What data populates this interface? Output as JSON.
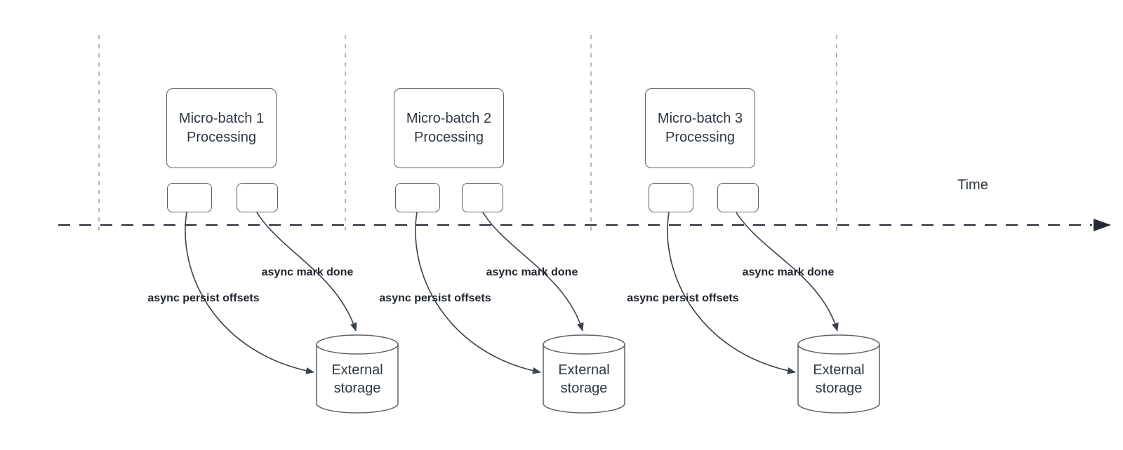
{
  "diagram": {
    "time_label": "Time",
    "groups": [
      {
        "batch_title": "Micro-batch 1",
        "batch_subtitle": "Processing",
        "persist_label": "async persist offsets",
        "mark_done_label": "async mark done",
        "storage_line1": "External",
        "storage_line2": "storage"
      },
      {
        "batch_title": "Micro-batch 2",
        "batch_subtitle": "Processing",
        "persist_label": "async persist offsets",
        "mark_done_label": "async mark done",
        "storage_line1": "External",
        "storage_line2": "storage"
      },
      {
        "batch_title": "Micro-batch 3",
        "batch_subtitle": "Processing",
        "persist_label": "async persist offsets",
        "mark_done_label": "async mark done",
        "storage_line1": "External",
        "storage_line2": "storage"
      }
    ],
    "colors": {
      "background": "#ffffff",
      "shape_border": "#5b616b",
      "shape_text": "#2e3744",
      "label_text": "#20252e",
      "arrow": "#3a4250",
      "timeline": "#232a36",
      "guide_line": "#a7a7a9"
    }
  }
}
